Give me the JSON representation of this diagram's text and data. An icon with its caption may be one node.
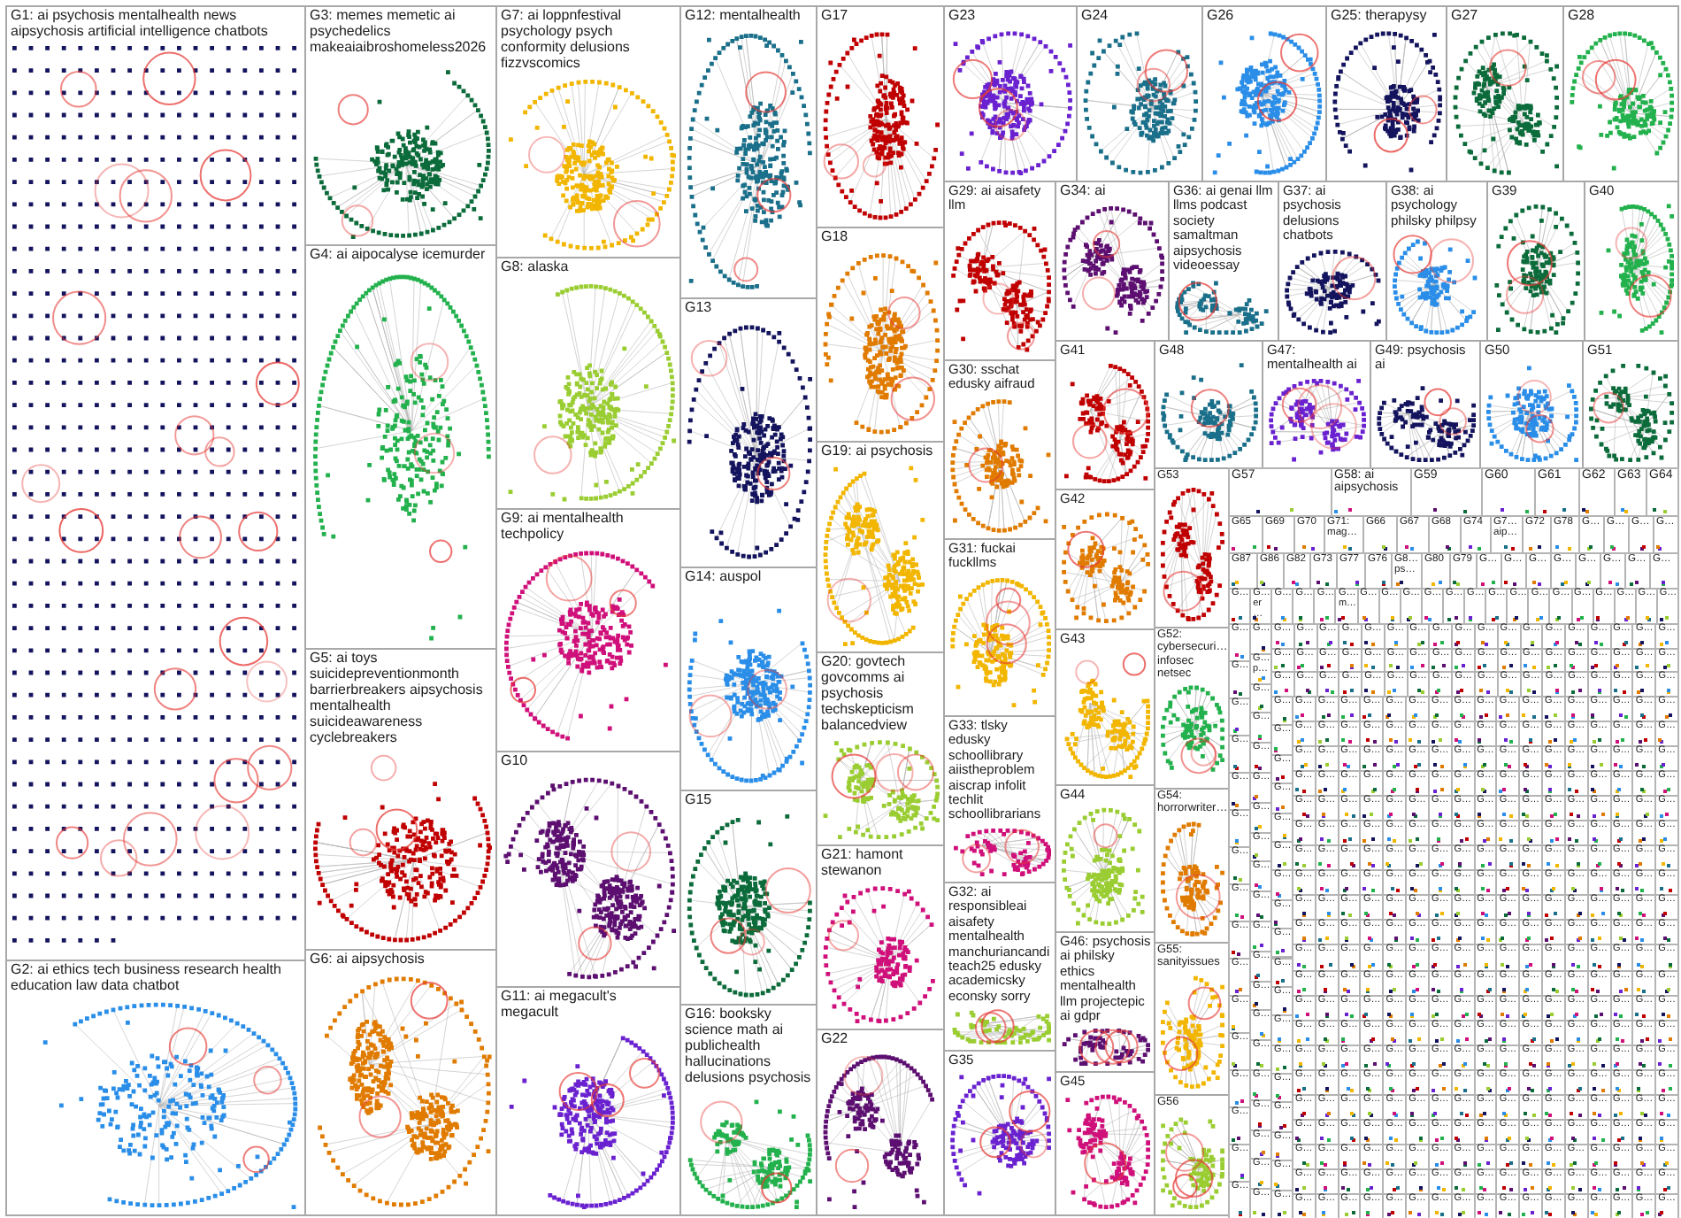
{
  "diagram": {
    "nodes": [
      {
        "text": [
          "G1: ai psychosis mentalhealth news aipsychosis artificial intelligence chatbots"
        ]
      },
      {
        "text": [
          "G2: ai ethics tech business research health education law data chatbot"
        ]
      },
      {
        "text": [
          "G3: memes memetic ai psychedelics makeaiaibroshomeless2026"
        ]
      },
      {
        "text": [
          "G4: ai aipocalyse icemurder"
        ]
      },
      {
        "text": [
          "G5: ai toys suicidepreventionmonth barrierbreakers aipsychosis mentalhealth suicideawareness cyclebreakers"
        ]
      },
      {
        "text": [
          "G6: ai aipsychosis"
        ]
      },
      {
        "text": [
          "G7: ai loppnfestival psychology psych conformity delusions fizzvscomics"
        ]
      },
      {
        "text": [
          "G8: alaska"
        ]
      },
      {
        "text": [
          "G9: ai mentalhealth techpolicy"
        ]
      },
      {
        "text": [
          "G10"
        ]
      },
      {
        "text": [
          "G11: ai megacult's megacult"
        ]
      },
      {
        "text": [
          "G12: mentalhealth"
        ]
      },
      {
        "text": [
          "G13"
        ]
      },
      {
        "text": [
          "G14: auspol"
        ]
      },
      {
        "text": [
          "G15"
        ]
      },
      {
        "text": [
          "G16: booksky science math ai publichealth hallucinations delusions psychosis"
        ]
      },
      {
        "text": [
          "G17"
        ]
      },
      {
        "text": [
          "G18"
        ]
      },
      {
        "text": [
          "G19: ai psychosis"
        ]
      },
      {
        "text": [
          "G20: govtech govcomms ai psychosis techskepticism balancedview"
        ]
      },
      {
        "text": [
          "G21: hamont stewanon"
        ]
      },
      {
        "text": [
          "G22"
        ]
      },
      {
        "text": [
          "G23"
        ]
      },
      {
        "text": [
          "G24"
        ]
      },
      {
        "text": [
          "G25: therapysy"
        ]
      },
      {
        "text": [
          "G26"
        ]
      },
      {
        "text": [
          "G27"
        ]
      },
      {
        "text": [
          "G28"
        ]
      },
      {
        "text": [
          "G29: ai aisafety llm"
        ]
      },
      {
        "text": [
          "G30: sschat edusky aifraud"
        ]
      },
      {
        "text": [
          "G31: fuckai fuckllms"
        ]
      },
      {
        "text": [
          "G32: ai responsibleai aisafety mentalhealth manchuriancandi teach25 edusky academicsky econsky sorry"
        ]
      },
      {
        "text": [
          "G33: tlsky edusky schoollibrary aiistheproblem aiscrap infolit techlit schoollibrarians"
        ]
      },
      {
        "text": [
          "G34: ai"
        ]
      },
      {
        "text": [
          "G35"
        ]
      },
      {
        "text": [
          "G36: ai genai llm llms podcast society samaltman aipsychosis videoessay"
        ]
      },
      {
        "text": [
          "G37: ai psychosis delusions chatbots"
        ]
      },
      {
        "text": [
          "G38: ai psychology philsky philpsy"
        ]
      },
      {
        "text": [
          "G39"
        ]
      },
      {
        "text": [
          "G40"
        ]
      },
      {
        "text": [
          "G41"
        ]
      },
      {
        "text": [
          "G42"
        ]
      },
      {
        "text": [
          "G43"
        ]
      },
      {
        "text": [
          "G44"
        ]
      },
      {
        "text": [
          "G45"
        ]
      },
      {
        "text": [
          "G46: psychosis ai philsky ethics mentalhealth llm projectepic ai gdpr"
        ]
      },
      {
        "text": [
          "G47: mentalhealth ai"
        ]
      },
      {
        "text": [
          "G48"
        ]
      },
      {
        "text": [
          "G49: psychosis ai"
        ]
      },
      {
        "text": [
          "G50"
        ]
      },
      {
        "text": [
          "G51"
        ]
      },
      {
        "text": [
          "G52: cybersecuri… infosec netsec"
        ]
      },
      {
        "text": [
          "G53"
        ]
      },
      {
        "text": [
          "G54: horrorwriter…"
        ]
      },
      {
        "text": [
          "G55: sanityissues"
        ]
      },
      {
        "text": [
          "G56"
        ]
      },
      {
        "text": [
          "G57"
        ]
      },
      {
        "text": [
          "G58: ai aipsychosis"
        ]
      },
      {
        "text": [
          "G59"
        ]
      },
      {
        "text": [
          "G60"
        ]
      },
      {
        "text": [
          "G61"
        ]
      },
      {
        "text": [
          "G62"
        ]
      },
      {
        "text": [
          "G63"
        ]
      },
      {
        "text": [
          "G64"
        ]
      },
      {
        "text": [
          "G65"
        ]
      },
      {
        "text": [
          "G69"
        ]
      },
      {
        "text": [
          "G70"
        ]
      },
      {
        "text": [
          "G71: mag…"
        ]
      },
      {
        "text": [
          "G66"
        ]
      },
      {
        "text": [
          "G67"
        ]
      },
      {
        "text": [
          "G68"
        ]
      },
      {
        "text": [
          "G74"
        ]
      },
      {
        "text": [
          "G7… aip…"
        ]
      },
      {
        "text": [
          "G72"
        ]
      },
      {
        "text": [
          "G78"
        ]
      },
      {
        "text": [
          "G…"
        ]
      },
      {
        "text": [
          "G…"
        ]
      },
      {
        "text": [
          "G…"
        ]
      },
      {
        "text": [
          "G…"
        ]
      },
      {
        "text": [
          "G87"
        ]
      },
      {
        "text": [
          "G86"
        ]
      },
      {
        "text": [
          "G82"
        ]
      },
      {
        "text": [
          "G73"
        ]
      },
      {
        "text": [
          "G77"
        ]
      },
      {
        "text": [
          "G76"
        ]
      },
      {
        "text": [
          "G8… ps…"
        ]
      },
      {
        "text": [
          "G80"
        ]
      },
      {
        "text": [
          "G79"
        ]
      },
      {
        "text": [
          "G…"
        ]
      },
      {
        "text": [
          "G…"
        ]
      },
      {
        "text": [
          "G…"
        ]
      },
      {
        "text": [
          "G…"
        ]
      },
      {
        "text": [
          "G…"
        ]
      },
      {
        "text": [
          "G…"
        ]
      },
      {
        "text": [
          "G…"
        ]
      },
      {
        "text": [
          "G…"
        ]
      },
      {
        "text": [
          "G…"
        ]
      },
      {
        "text": [
          "G… er…"
        ]
      },
      {
        "text": [
          "G…"
        ]
      },
      {
        "text": [
          "G…"
        ]
      },
      {
        "text": [
          "G…"
        ]
      },
      {
        "text": [
          "G… m…"
        ]
      },
      {
        "text": [
          "G…"
        ]
      },
      {
        "text": [
          "G…"
        ]
      },
      {
        "text": [
          "G…"
        ]
      },
      {
        "text": [
          "G…"
        ]
      },
      {
        "text": [
          "G…"
        ]
      },
      {
        "text": [
          "G…"
        ]
      },
      {
        "text": [
          "G…"
        ]
      },
      {
        "text": [
          "G…"
        ]
      },
      {
        "text": [
          "G…"
        ]
      },
      {
        "text": [
          "G…"
        ]
      },
      {
        "text": [
          "G…"
        ]
      },
      {
        "text": [
          "G…"
        ]
      },
      {
        "text": [
          "G…"
        ]
      },
      {
        "text": [
          "G…"
        ]
      },
      {
        "text": [
          "G…"
        ]
      },
      {
        "text": [
          "G…"
        ]
      },
      {
        "text": [
          "G…"
        ]
      },
      {
        "text": [
          "G…"
        ]
      },
      {
        "text": [
          "G…"
        ]
      },
      {
        "text": [
          "G…"
        ]
      },
      {
        "text": [
          "G…"
        ]
      },
      {
        "text": [
          "G…"
        ]
      },
      {
        "text": [
          "G…"
        ]
      },
      {
        "text": [
          "G…"
        ]
      },
      {
        "text": [
          "G…"
        ]
      },
      {
        "text": [
          "G…"
        ]
      },
      {
        "text": [
          "G…"
        ]
      },
      {
        "text": [
          "G…"
        ]
      },
      {
        "text": [
          "G…"
        ]
      },
      {
        "text": [
          "G…"
        ]
      },
      {
        "text": [
          "G…"
        ]
      },
      {
        "text": [
          "G…"
        ]
      },
      {
        "text": [
          "G… p…"
        ]
      },
      {
        "text": [
          "G…"
        ]
      },
      {
        "text": [
          "G…"
        ]
      },
      {
        "text": [
          "G…"
        ]
      },
      {
        "text": [
          "G…"
        ]
      },
      {
        "text": [
          "G…"
        ]
      },
      {
        "text": [
          "G…"
        ]
      },
      {
        "text": [
          "G…"
        ]
      },
      {
        "text": [
          "G…"
        ]
      },
      {
        "text": [
          "G…"
        ]
      },
      {
        "text": [
          "G…"
        ]
      },
      {
        "text": [
          "G…"
        ]
      },
      {
        "text": [
          "G…"
        ]
      },
      {
        "text": [
          "G…"
        ]
      },
      {
        "text": [
          "G…"
        ]
      },
      {
        "text": [
          "G…"
        ]
      },
      {
        "text": [
          "G…"
        ]
      },
      {
        "text": [
          "G…"
        ]
      },
      {
        "text": [
          "G…"
        ]
      },
      {
        "text": [
          "G…"
        ]
      },
      {
        "text": [
          "G…"
        ]
      },
      {
        "text": [
          "G…"
        ]
      },
      {
        "text": [
          "G…"
        ]
      },
      {
        "text": [
          "G…"
        ]
      },
      {
        "text": [
          "G…"
        ]
      },
      {
        "text": [
          "G…"
        ]
      },
      {
        "text": [
          "G…"
        ]
      },
      {
        "text": [
          "G…"
        ]
      },
      {
        "text": [
          "G…"
        ]
      },
      {
        "text": [
          "G…"
        ]
      },
      {
        "text": [
          "G…"
        ]
      },
      {
        "text": [
          "G…"
        ]
      },
      {
        "text": [
          "G…"
        ]
      },
      {
        "text": [
          "G…"
        ]
      },
      {
        "text": [
          "G…"
        ]
      },
      {
        "text": [
          "G…"
        ]
      },
      {
        "text": [
          "G…"
        ]
      },
      {
        "text": [
          "G…"
        ]
      },
      {
        "text": [
          "G…"
        ]
      },
      {
        "text": [
          "G…"
        ]
      },
      {
        "text": [
          "G…"
        ]
      },
      {
        "text": [
          "G…"
        ]
      },
      {
        "text": [
          "G…"
        ]
      },
      {
        "text": [
          "G…"
        ]
      },
      {
        "text": [
          "G…"
        ]
      },
      {
        "text": [
          "G…"
        ]
      },
      {
        "text": [
          "G…"
        ]
      },
      {
        "text": [
          "G…"
        ]
      },
      {
        "text": [
          "G…"
        ]
      },
      {
        "text": [
          "G…"
        ]
      },
      {
        "text": [
          "G…"
        ]
      },
      {
        "text": [
          "G…"
        ]
      },
      {
        "text": [
          "G…"
        ]
      },
      {
        "text": [
          "G…"
        ]
      },
      {
        "text": [
          "G…"
        ]
      },
      {
        "text": [
          "G…"
        ]
      },
      {
        "text": [
          "G…"
        ]
      },
      {
        "text": [
          "G…"
        ]
      },
      {
        "text": [
          "G…"
        ]
      },
      {
        "text": [
          "G…"
        ]
      },
      {
        "text": [
          "G…"
        ]
      },
      {
        "text": [
          "G…"
        ]
      },
      {
        "text": [
          "G…"
        ]
      },
      {
        "text": [
          "G…"
        ]
      },
      {
        "text": [
          "G…"
        ]
      },
      {
        "text": [
          "G…"
        ]
      },
      {
        "text": [
          "G…"
        ]
      },
      {
        "text": [
          "G…"
        ]
      },
      {
        "text": [
          "G…"
        ]
      },
      {
        "text": [
          "G…"
        ]
      },
      {
        "text": [
          "G…"
        ]
      },
      {
        "text": [
          "G…"
        ]
      },
      {
        "text": [
          "G…"
        ]
      },
      {
        "text": [
          "G…"
        ]
      },
      {
        "text": [
          "G…"
        ]
      },
      {
        "text": [
          "G…"
        ]
      },
      {
        "text": [
          "G…"
        ]
      },
      {
        "text": [
          "G…"
        ]
      },
      {
        "text": [
          "G…"
        ]
      },
      {
        "text": [
          "G…"
        ]
      },
      {
        "text": [
          "G…"
        ]
      },
      {
        "text": [
          "G…"
        ]
      },
      {
        "text": [
          "G…"
        ]
      },
      {
        "text": [
          "G…"
        ]
      },
      {
        "text": [
          "G…"
        ]
      },
      {
        "text": [
          "G…"
        ]
      },
      {
        "text": [
          "G…"
        ]
      },
      {
        "text": [
          "G…"
        ]
      },
      {
        "text": [
          "G…"
        ]
      },
      {
        "text": [
          "G…"
        ]
      },
      {
        "text": [
          "G…"
        ]
      },
      {
        "text": [
          "G…"
        ]
      },
      {
        "text": [
          "G…"
        ]
      },
      {
        "text": [
          "G…"
        ]
      },
      {
        "text": [
          "G…"
        ]
      },
      {
        "text": [
          "G…"
        ]
      },
      {
        "text": [
          "G…"
        ]
      },
      {
        "text": [
          "G…"
        ]
      },
      {
        "text": [
          "G…"
        ]
      },
      {
        "text": [
          "G…"
        ]
      },
      {
        "text": [
          "G…"
        ]
      },
      {
        "text": [
          "G…"
        ]
      },
      {
        "text": [
          "G…"
        ]
      },
      {
        "text": [
          "G…"
        ]
      },
      {
        "text": [
          "G…"
        ]
      },
      {
        "text": [
          "G…"
        ]
      },
      {
        "text": [
          "G…"
        ]
      },
      {
        "text": [
          "G…"
        ]
      },
      {
        "text": [
          "G…"
        ]
      },
      {
        "text": [
          "G…"
        ]
      },
      {
        "text": [
          "G…"
        ]
      },
      {
        "text": [
          "G…"
        ]
      },
      {
        "text": [
          "G…"
        ]
      },
      {
        "text": [
          "G…"
        ]
      },
      {
        "text": [
          "G…"
        ]
      },
      {
        "text": [
          "G…"
        ]
      },
      {
        "text": [
          "G…"
        ]
      },
      {
        "text": [
          "G…"
        ]
      },
      {
        "text": [
          "G…"
        ]
      },
      {
        "text": [
          "G…"
        ]
      },
      {
        "text": [
          "G…"
        ]
      },
      {
        "text": [
          "G…"
        ]
      },
      {
        "text": [
          "G…"
        ]
      },
      {
        "text": [
          "G…"
        ]
      },
      {
        "text": [
          "G…"
        ]
      },
      {
        "text": [
          "G…"
        ]
      },
      {
        "text": [
          "G…"
        ]
      },
      {
        "text": [
          "G…"
        ]
      },
      {
        "text": [
          "G…"
        ]
      },
      {
        "text": [
          "G…"
        ]
      },
      {
        "text": [
          "G…"
        ]
      },
      {
        "text": [
          "G…"
        ]
      },
      {
        "text": [
          "G…"
        ]
      },
      {
        "text": [
          "G…"
        ]
      },
      {
        "text": [
          "G…"
        ]
      },
      {
        "text": [
          "G…"
        ]
      },
      {
        "text": [
          "G…"
        ]
      },
      {
        "text": [
          "G…"
        ]
      },
      {
        "text": [
          "G…"
        ]
      },
      {
        "text": [
          "G…"
        ]
      },
      {
        "text": [
          "G…"
        ]
      },
      {
        "text": [
          "G…"
        ]
      },
      {
        "text": [
          "G…"
        ]
      },
      {
        "text": [
          "G…"
        ]
      },
      {
        "text": [
          "G…"
        ]
      },
      {
        "text": [
          "G…"
        ]
      },
      {
        "text": [
          "G…"
        ]
      },
      {
        "text": [
          "G…"
        ]
      },
      {
        "text": [
          "G…"
        ]
      },
      {
        "text": [
          "G…"
        ]
      },
      {
        "text": [
          "G…"
        ]
      },
      {
        "text": [
          "G…"
        ]
      },
      {
        "text": [
          "G…"
        ]
      },
      {
        "text": [
          "G…"
        ]
      },
      {
        "text": [
          "G…"
        ]
      },
      {
        "text": [
          "G…"
        ]
      },
      {
        "text": [
          "G…"
        ]
      },
      {
        "text": [
          "G…"
        ]
      },
      {
        "text": [
          "G…"
        ]
      },
      {
        "text": [
          "G…"
        ]
      },
      {
        "text": [
          "G…"
        ]
      },
      {
        "text": [
          "G…"
        ]
      },
      {
        "text": [
          "G…"
        ]
      },
      {
        "text": [
          "G…"
        ]
      },
      {
        "text": [
          "G…"
        ]
      },
      {
        "text": [
          "G…"
        ]
      },
      {
        "text": [
          "G…"
        ]
      },
      {
        "text": [
          "G…"
        ]
      },
      {
        "text": [
          "G…"
        ]
      },
      {
        "text": [
          "G…"
        ]
      },
      {
        "text": [
          "G…"
        ]
      },
      {
        "text": [
          "G…"
        ]
      },
      {
        "text": [
          "G…"
        ]
      },
      {
        "text": [
          "G…"
        ]
      },
      {
        "text": [
          "G…"
        ]
      },
      {
        "text": [
          "G…"
        ]
      },
      {
        "text": [
          "G…"
        ]
      },
      {
        "text": [
          "G…"
        ]
      },
      {
        "text": [
          "G…"
        ]
      },
      {
        "text": [
          "G…"
        ]
      },
      {
        "text": [
          "G…"
        ]
      },
      {
        "text": [
          "G…"
        ]
      },
      {
        "text": [
          "G…"
        ]
      },
      {
        "text": [
          "G…"
        ]
      },
      {
        "text": [
          "G…"
        ]
      },
      {
        "text": [
          "G…"
        ]
      },
      {
        "text": [
          "G…"
        ]
      },
      {
        "text": [
          "G…"
        ]
      },
      {
        "text": [
          "G…"
        ]
      },
      {
        "text": [
          "G…"
        ]
      },
      {
        "text": [
          "G…"
        ]
      },
      {
        "text": [
          "G…"
        ]
      },
      {
        "text": [
          "G…"
        ]
      },
      {
        "text": [
          "G…"
        ]
      },
      {
        "text": [
          "G…"
        ]
      },
      {
        "text": [
          "G…"
        ]
      },
      {
        "text": [
          "G…"
        ]
      },
      {
        "text": [
          "G…"
        ]
      },
      {
        "text": [
          "G…"
        ]
      },
      {
        "text": [
          "G…"
        ]
      },
      {
        "text": [
          "G…"
        ]
      },
      {
        "text": [
          "G…"
        ]
      },
      {
        "text": [
          "G…"
        ]
      },
      {
        "text": [
          "G…"
        ]
      },
      {
        "text": [
          "G…"
        ]
      },
      {
        "text": [
          "G…"
        ]
      },
      {
        "text": [
          "G…"
        ]
      },
      {
        "text": [
          "G…"
        ]
      },
      {
        "text": [
          "G…"
        ]
      },
      {
        "text": [
          "G…"
        ]
      },
      {
        "text": [
          "G…"
        ]
      },
      {
        "text": [
          "G…"
        ]
      },
      {
        "text": [
          "G…"
        ]
      },
      {
        "text": [
          "G…"
        ]
      },
      {
        "text": [
          "G…"
        ]
      },
      {
        "text": [
          "G…"
        ]
      },
      {
        "text": [
          "G…"
        ]
      },
      {
        "text": [
          "G…"
        ]
      },
      {
        "text": [
          "G…"
        ]
      },
      {
        "text": [
          "G…"
        ]
      },
      {
        "text": [
          "G…"
        ]
      },
      {
        "text": [
          "G…"
        ]
      },
      {
        "text": [
          "G…"
        ]
      },
      {
        "text": [
          "G…"
        ]
      },
      {
        "text": [
          "G…"
        ]
      },
      {
        "text": [
          "G…"
        ]
      },
      {
        "text": [
          "G…"
        ]
      },
      {
        "text": [
          "G…"
        ]
      },
      {
        "text": [
          "G…"
        ]
      },
      {
        "text": [
          "G…"
        ]
      },
      {
        "text": [
          "G…"
        ]
      },
      {
        "text": [
          "G…"
        ]
      },
      {
        "text": [
          "G…"
        ]
      },
      {
        "text": [
          "G…"
        ]
      },
      {
        "text": [
          "G…"
        ]
      },
      {
        "text": [
          "G…"
        ]
      },
      {
        "text": [
          "G…"
        ]
      },
      {
        "text": [
          "G…"
        ]
      },
      {
        "text": [
          "G…"
        ]
      },
      {
        "text": [
          "G…"
        ]
      },
      {
        "text": [
          "G…"
        ]
      },
      {
        "text": [
          "G…"
        ]
      },
      {
        "text": [
          "G…"
        ]
      },
      {
        "text": [
          "G…"
        ]
      },
      {
        "text": [
          "G…"
        ]
      },
      {
        "text": [
          "G…"
        ]
      },
      {
        "text": [
          "G…"
        ]
      },
      {
        "text": [
          "G…"
        ]
      },
      {
        "text": [
          "G…"
        ]
      },
      {
        "text": [
          "G…"
        ]
      },
      {
        "text": [
          "G…"
        ]
      },
      {
        "text": [
          "G…"
        ]
      },
      {
        "text": [
          "G…"
        ]
      },
      {
        "text": [
          "G…"
        ]
      },
      {
        "text": [
          "G…"
        ]
      },
      {
        "text": [
          "G…"
        ]
      },
      {
        "text": [
          "G…"
        ]
      },
      {
        "text": [
          "G…"
        ]
      },
      {
        "text": [
          "G…"
        ]
      },
      {
        "text": [
          "G…"
        ]
      },
      {
        "text": [
          "G…"
        ]
      },
      {
        "text": [
          "G…"
        ]
      },
      {
        "text": [
          "G…"
        ]
      },
      {
        "text": [
          "G…"
        ]
      },
      {
        "text": [
          "G…"
        ]
      },
      {
        "text": [
          "G…"
        ]
      },
      {
        "text": [
          "G…"
        ]
      },
      {
        "text": [
          "G…"
        ]
      },
      {
        "text": [
          "G…"
        ]
      },
      {
        "text": [
          "G…"
        ]
      },
      {
        "text": [
          "G…"
        ]
      },
      {
        "text": [
          "G…"
        ]
      },
      {
        "text": [
          "G…"
        ]
      },
      {
        "text": [
          "G…"
        ]
      },
      {
        "text": [
          "G…"
        ]
      },
      {
        "text": [
          "G…"
        ]
      },
      {
        "text": [
          "G…"
        ]
      },
      {
        "text": [
          "G…"
        ]
      },
      {
        "text": [
          "G…"
        ]
      },
      {
        "text": [
          "G…"
        ]
      },
      {
        "text": [
          "G…"
        ]
      },
      {
        "text": [
          "G…"
        ]
      },
      {
        "text": [
          "G…"
        ]
      },
      {
        "text": [
          "G…"
        ]
      },
      {
        "text": [
          "G…"
        ]
      },
      {
        "text": [
          "G…"
        ]
      },
      {
        "text": [
          "G…"
        ]
      },
      {
        "text": [
          "G…"
        ]
      },
      {
        "text": [
          "G…"
        ]
      },
      {
        "text": [
          "G…"
        ]
      },
      {
        "text": [
          "G…"
        ]
      },
      {
        "text": [
          "G…"
        ]
      },
      {
        "text": [
          "G…"
        ]
      },
      {
        "text": [
          "G…"
        ]
      },
      {
        "text": [
          "G…"
        ]
      },
      {
        "text": [
          "G…"
        ]
      },
      {
        "text": [
          "G…"
        ]
      },
      {
        "text": [
          "G…"
        ]
      },
      {
        "text": [
          "G…"
        ]
      },
      {
        "text": [
          "G…"
        ]
      },
      {
        "text": [
          "G…"
        ]
      },
      {
        "text": [
          "G…"
        ]
      },
      {
        "text": [
          "G…"
        ]
      },
      {
        "text": [
          "G…"
        ]
      },
      {
        "text": [
          "G…"
        ]
      },
      {
        "text": [
          "G…"
        ]
      },
      {
        "text": [
          "G…"
        ]
      },
      {
        "text": [
          "G…"
        ]
      },
      {
        "text": [
          "G…"
        ]
      },
      {
        "text": [
          "G…"
        ]
      },
      {
        "text": [
          "G…"
        ]
      },
      {
        "text": [
          "G…"
        ]
      },
      {
        "text": [
          "G…"
        ]
      },
      {
        "text": [
          "G…"
        ]
      },
      {
        "text": [
          "G…"
        ]
      },
      {
        "text": [
          "G…"
        ]
      },
      {
        "text": [
          "G…"
        ]
      },
      {
        "text": [
          "G…"
        ]
      },
      {
        "text": [
          "G…"
        ]
      },
      {
        "text": [
          "G…"
        ]
      },
      {
        "text": [
          "G…"
        ]
      },
      {
        "text": [
          "G…"
        ]
      },
      {
        "text": [
          "G…"
        ]
      },
      {
        "text": [
          "G…"
        ]
      },
      {
        "text": [
          "G…"
        ]
      },
      {
        "text": [
          "G…"
        ]
      },
      {
        "text": [
          "G…"
        ]
      },
      {
        "text": [
          "G…"
        ]
      },
      {
        "text": [
          "G…"
        ]
      },
      {
        "text": [
          "G…"
        ]
      },
      {
        "text": [
          "G…"
        ]
      },
      {
        "text": [
          "G…"
        ]
      },
      {
        "text": [
          "G…"
        ]
      },
      {
        "text": [
          "G…"
        ]
      },
      {
        "text": [
          "G…"
        ]
      },
      {
        "text": [
          "G…"
        ]
      },
      {
        "text": [
          "G…"
        ]
      },
      {
        "text": [
          "G…"
        ]
      },
      {
        "text": [
          "G…"
        ]
      },
      {
        "text": [
          "G…"
        ]
      },
      {
        "text": [
          "G…"
        ]
      },
      {
        "text": [
          "G…"
        ]
      },
      {
        "text": [
          "G…"
        ]
      },
      {
        "text": [
          "G…"
        ]
      },
      {
        "text": [
          "G…"
        ]
      },
      {
        "text": [
          "G…"
        ]
      },
      {
        "text": [
          "G…"
        ]
      },
      {
        "text": [
          "G…"
        ]
      },
      {
        "text": [
          "G…"
        ]
      },
      {
        "text": [
          "G…"
        ]
      },
      {
        "text": [
          "G…"
        ]
      },
      {
        "text": [
          "G…"
        ]
      },
      {
        "text": [
          "G…"
        ]
      },
      {
        "text": [
          "G…"
        ]
      },
      {
        "text": [
          "G…"
        ]
      },
      {
        "text": [
          "G…"
        ]
      },
      {
        "text": [
          "G…"
        ]
      },
      {
        "text": [
          "G…"
        ]
      },
      {
        "text": [
          "G…"
        ]
      },
      {
        "text": [
          "G…"
        ]
      },
      {
        "text": [
          "G…"
        ]
      },
      {
        "text": [
          "G…"
        ]
      },
      {
        "text": [
          "G…"
        ]
      },
      {
        "text": [
          "G…"
        ]
      },
      {
        "text": [
          "G…"
        ]
      },
      {
        "text": [
          "G…"
        ]
      },
      {
        "text": [
          "G…"
        ]
      },
      {
        "text": [
          "G…"
        ]
      },
      {
        "text": [
          "G…"
        ]
      },
      {
        "text": [
          "G…"
        ]
      },
      {
        "text": [
          "G…"
        ]
      },
      {
        "text": [
          "G…"
        ]
      },
      {
        "text": [
          "G…"
        ]
      },
      {
        "text": [
          "G…"
        ]
      },
      {
        "text": [
          "G…"
        ]
      },
      {
        "text": [
          "G…"
        ]
      },
      {
        "text": [
          "G…"
        ]
      },
      {
        "text": [
          "G…"
        ]
      },
      {
        "text": [
          "G…"
        ]
      },
      {
        "text": [
          "G…"
        ]
      },
      {
        "text": [
          "G…"
        ]
      },
      {
        "text": [
          "G…"
        ]
      },
      {
        "text": [
          "G…"
        ]
      },
      {
        "text": [
          "G…"
        ]
      },
      {
        "text": [
          "G…"
        ]
      },
      {
        "text": [
          "G…"
        ]
      },
      {
        "text": [
          "G…"
        ]
      },
      {
        "text": [
          "G…"
        ]
      },
      {
        "text": [
          "G…"
        ]
      },
      {
        "text": [
          "G…"
        ]
      },
      {
        "text": [
          "G…"
        ]
      },
      {
        "text": [
          "G…"
        ]
      },
      {
        "text": [
          "G…"
        ]
      },
      {
        "text": [
          "G…"
        ]
      },
      {
        "text": [
          "G…"
        ]
      },
      {
        "text": [
          "G…"
        ]
      },
      {
        "text": [
          "G…"
        ]
      },
      {
        "text": [
          "G…"
        ]
      },
      {
        "text": [
          "G…"
        ]
      },
      {
        "text": [
          "G…"
        ]
      },
      {
        "text": [
          "G…"
        ]
      },
      {
        "text": [
          "G…"
        ]
      },
      {
        "text": [
          "G…"
        ]
      },
      {
        "text": [
          "G…"
        ]
      },
      {
        "text": [
          "G…"
        ]
      },
      {
        "text": [
          "G…"
        ]
      },
      {
        "text": [
          "G…"
        ]
      },
      {
        "text": [
          "G…"
        ]
      },
      {
        "text": [
          "G…"
        ]
      },
      {
        "text": [
          "G…"
        ]
      },
      {
        "text": [
          "G…"
        ]
      },
      {
        "text": [
          "G…"
        ]
      },
      {
        "text": [
          "G…"
        ]
      },
      {
        "text": [
          "G…"
        ]
      },
      {
        "text": [
          "G…"
        ]
      },
      {
        "text": [
          "G…"
        ]
      },
      {
        "text": [
          "G…"
        ]
      },
      {
        "text": [
          "G…"
        ]
      },
      {
        "text": [
          "G…"
        ]
      },
      {
        "text": [
          "G…"
        ]
      },
      {
        "text": [
          "G…"
        ]
      },
      {
        "text": [
          "G…"
        ]
      },
      {
        "text": [
          "G…"
        ]
      },
      {
        "text": [
          "G…"
        ]
      },
      {
        "text": [
          "G…"
        ]
      },
      {
        "text": [
          "G…"
        ]
      },
      {
        "text": [
          "G…"
        ]
      },
      {
        "text": [
          "G…"
        ]
      },
      {
        "text": [
          "G…"
        ]
      },
      {
        "text": [
          "G…"
        ]
      },
      {
        "text": [
          "G…"
        ]
      },
      {
        "text": [
          "G…"
        ]
      },
      {
        "text": [
          "G…"
        ]
      },
      {
        "text": [
          "G…"
        ]
      },
      {
        "text": [
          "G…"
        ]
      },
      {
        "text": [
          "G…"
        ]
      },
      {
        "text": [
          "G…"
        ]
      },
      {
        "text": [
          "G…"
        ]
      },
      {
        "text": [
          "G…"
        ]
      },
      {
        "text": [
          "G…"
        ]
      },
      {
        "text": [
          "G…"
        ]
      },
      {
        "text": [
          "G…"
        ]
      },
      {
        "text": [
          "G…"
        ]
      },
      {
        "text": [
          "G…"
        ]
      },
      {
        "text": [
          "G…"
        ]
      },
      {
        "text": [
          "G…"
        ]
      },
      {
        "text": [
          "G…"
        ]
      },
      {
        "text": [
          "G…"
        ]
      }
    ]
  }
}
